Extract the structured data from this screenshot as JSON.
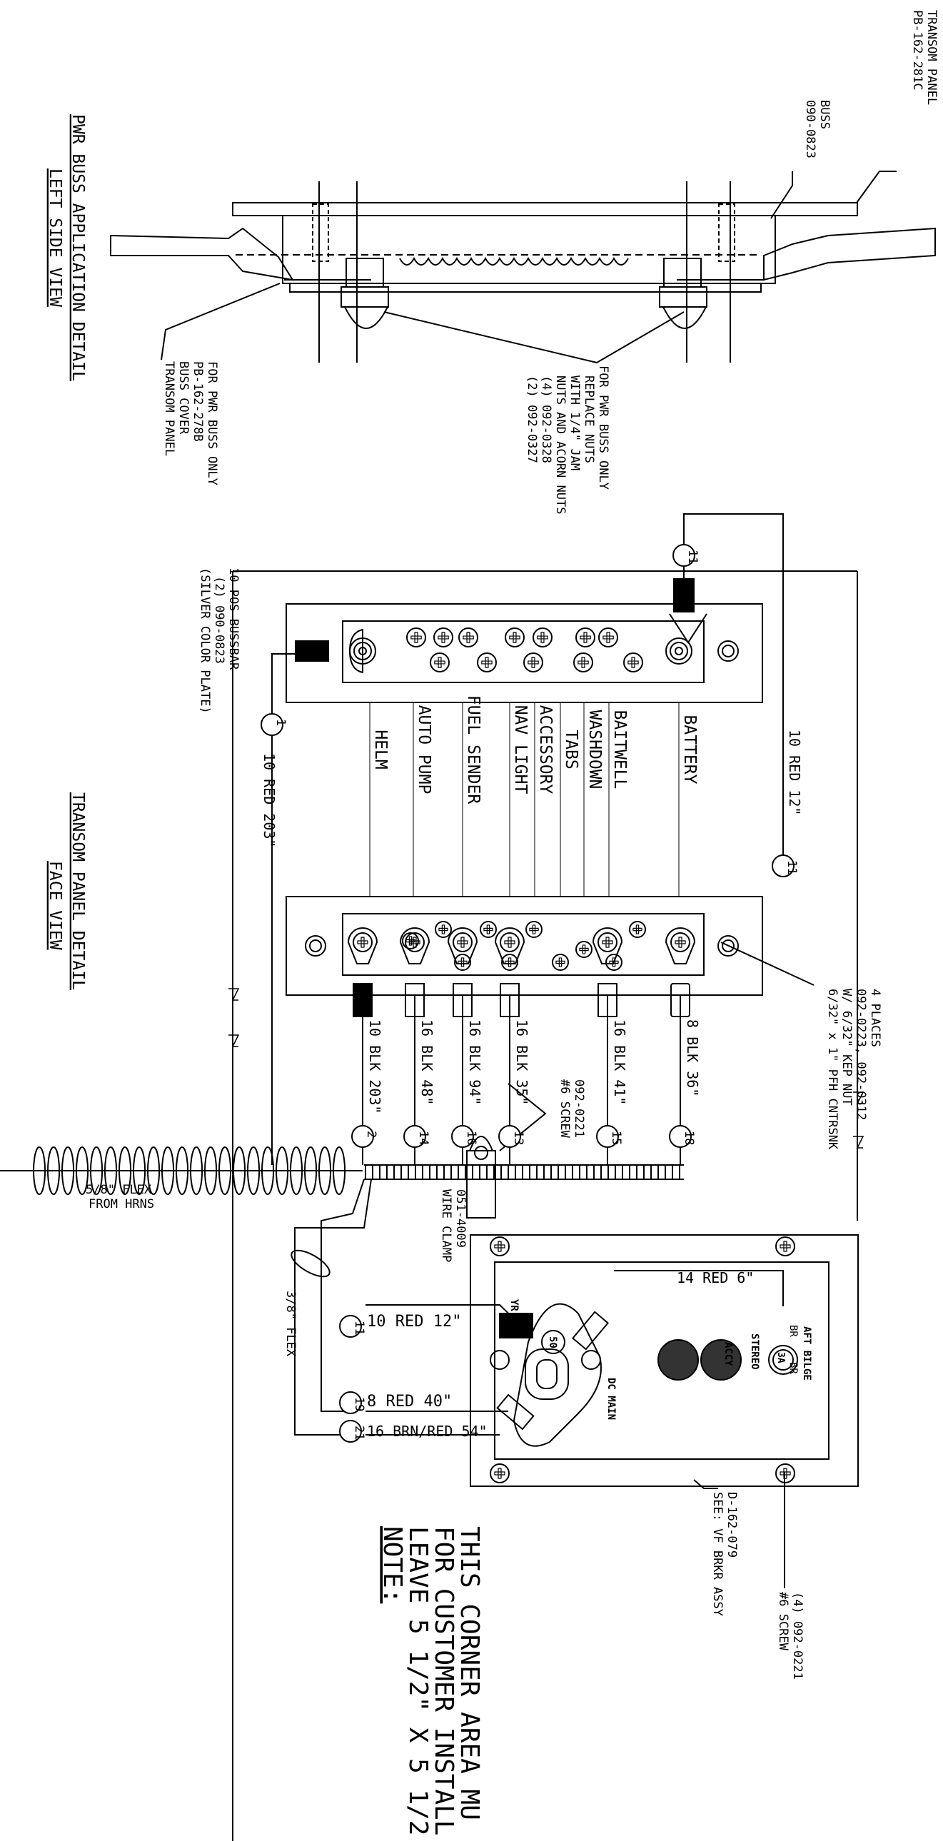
{
  "side_view": {
    "title": "PWR BUSS APPLICATION DETAIL",
    "subtitle": "LEFT SIDE VIEW",
    "transom_panel_top": [
      "TRANSOM PANEL",
      "PB-162-281C"
    ],
    "buss": [
      "BUSS",
      "090-0823"
    ],
    "buss_cover": [
      "TRANSOM PANEL",
      "BUSS COVER",
      "PB-162-278B",
      "FOR PWR BUSS ONLY"
    ],
    "replace_nuts": [
      "FOR PWR BUSS ONLY",
      "REPLACE NUTS",
      "WITH 1/4\" JAM",
      "NUTS AND ACORN NUTS",
      "(4) 092-0328",
      "(2) 092-0327"
    ]
  },
  "face_view": {
    "title": "TRANSOM PANEL DETAIL",
    "subtitle": "FACE VIEW",
    "bussbar": [
      "10 POS BUSSBAR",
      "(2) 090-0823",
      "(SILVER COLOR PLATE)"
    ],
    "screws_note": [
      "6/32\" x 1\" PFH CNTRSNK",
      "W/ 6/32\" KEP NUT",
      "092-0223, 092-0312",
      "4 PLACES"
    ],
    "circuits": [
      "HELM",
      "AUTO PUMP",
      "FUEL SENDER",
      "NAV LIGHT",
      "ACCESSORY",
      "TABS",
      "WASHDOWN",
      "BAITWELL",
      "BATTERY"
    ],
    "wires_lower": [
      "10 BLK 203\"",
      "16 BLK 48\"",
      "16 BLK 94\"",
      "16 BLK 35\"",
      "16 BLK 41\"",
      "8 BLK 36\""
    ],
    "wire_markers_lower": [
      "2",
      "14",
      "16",
      "13",
      "15",
      "18"
    ],
    "wire_red_203": "10 RED 203\"",
    "wire_red_12_top": "10 RED 12\"",
    "marker_1": "1",
    "marker_11": "11",
    "screw_6": [
      "#6 SCREW",
      "092-0221"
    ],
    "wire_clamp": [
      "WIRE CLAMP",
      "051-4009"
    ],
    "flex_58": [
      "5/8\" FLEX",
      "FROM HRNS"
    ],
    "flex_38": "3/8\" FLEX"
  },
  "breaker": {
    "wire_14_red": "14 RED 6\"",
    "aft_bilge": "AFT BILGE",
    "stereo": "STEREO",
    "accy": "ACCY",
    "fuse_3a": "3A",
    "br_left": "BR",
    "br_right": "BR",
    "yr": "YR",
    "amp_50": "50",
    "dc_main": "DC MAIN",
    "wire_10_red_12": "10 RED 12\"",
    "wire_8_red_40": "8 RED 40\"",
    "wire_16_brn": "16 BRN/RED 54\"",
    "markers": [
      "11",
      "19",
      "21"
    ],
    "see_note": [
      "SEE: VF BRKR ASSY",
      "D-162-079"
    ],
    "screw_6": [
      "#6 SCREW",
      "(4) 092-0221"
    ]
  },
  "note": {
    "heading": "NOTE:",
    "lines": [
      "LEAVE 5 1/2\" X 5 1/2",
      "FOR CUSTOMER INSTALL",
      "THIS CORNER AREA MU"
    ]
  }
}
